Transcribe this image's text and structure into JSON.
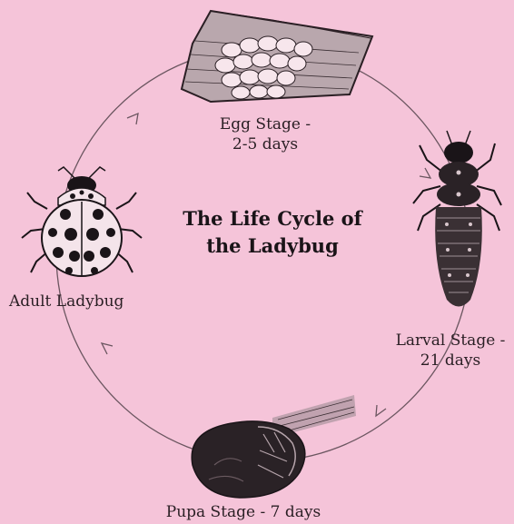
{
  "diagram": {
    "title_line1": "The Life Cycle of",
    "title_line2": "the Ladybug",
    "stages": {
      "egg": {
        "line1": "Egg Stage -",
        "line2": "2-5 days",
        "icon": "egg-cluster-icon"
      },
      "larval": {
        "line1": "Larval Stage -",
        "line2": "21 days",
        "icon": "larva-icon"
      },
      "pupa": {
        "line1": "Pupa Stage - 7 days",
        "icon": "pupa-icon"
      },
      "adult": {
        "line1": "Adult Ladybug",
        "icon": "ladybug-icon"
      }
    },
    "colors": {
      "background": "#f5c4d9",
      "line": "#6b5660",
      "ink": "#1a1418"
    }
  }
}
